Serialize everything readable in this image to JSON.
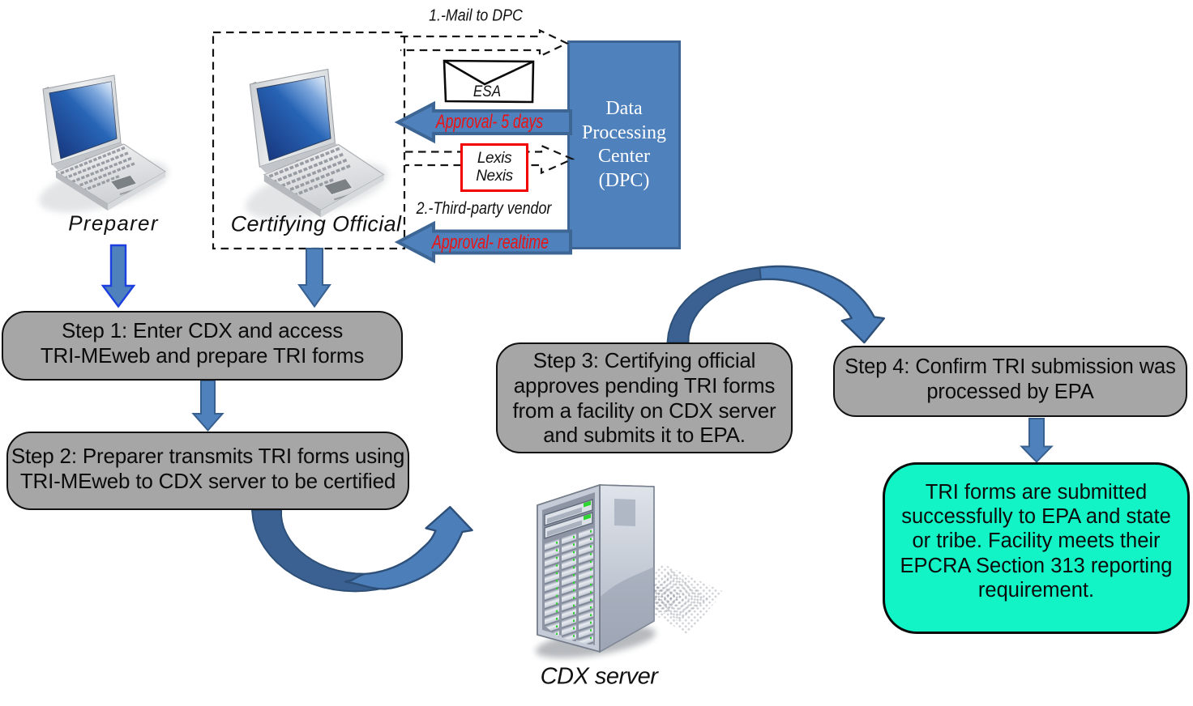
{
  "diagram": {
    "subject": "TRI-MEweb reporting process flow"
  },
  "actors": {
    "preparer": {
      "label": "Preparer"
    },
    "certifying_official": {
      "label": "Certifying Official"
    },
    "cdx_server": {
      "label": "CDX server"
    },
    "data_processing_center": {
      "lines": [
        "Data",
        "Processing",
        "Center",
        "(DPC)"
      ]
    }
  },
  "mail_routes": {
    "route1_label": "1.-Mail to DPC",
    "envelope_label": "ESA",
    "approval_5days_label": "Approval- 5 days",
    "vendor_box_lines": [
      "Lexis",
      "Nexis"
    ],
    "route2_label": "2.-Third-party vendor",
    "approval_realtime_label": "Approval- realtime"
  },
  "steps": {
    "step1": {
      "lines": [
        "Step 1: Enter CDX and access",
        "TRI-MEweb and prepare TRI forms"
      ]
    },
    "step2": {
      "lines": [
        "Step 2: Preparer transmits TRI forms using",
        "TRI-MEweb to CDX server to be certified"
      ]
    },
    "step3": {
      "lines": [
        "Step 3: Certifying official",
        "approves pending TRI forms",
        "from a facility on CDX server",
        "and submits it to EPA."
      ]
    },
    "step4": {
      "lines": [
        "Step 4: Confirm TRI submission was",
        "processed by EPA"
      ]
    },
    "result": {
      "lines": [
        "TRI forms are submitted",
        "successfully to EPA and state",
        "or tribe. Facility meets their",
        "EPCRA Section 313 reporting",
        "requirement."
      ]
    }
  },
  "colors": {
    "flow_arrow_fill": "#4f81bd",
    "flow_arrow_dark": "#3a6191",
    "flow_arrow_outline": "#3e6695",
    "preparer_arrow_outline": "#1c3fe0",
    "step_box_fill": "#a6a6a6",
    "step_box_border": "#111111",
    "result_box_fill": "#12f3c6",
    "dpc_fill": "#4f81bd",
    "dpc_border": "#3c6494",
    "vendor_border": "#f20000",
    "approval_text": "#ee1111",
    "dashed_line": "#151515"
  }
}
